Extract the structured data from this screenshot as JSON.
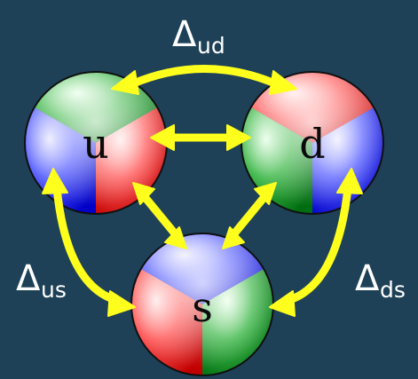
{
  "diagram": {
    "quarks": [
      {
        "id": "u",
        "label": "u"
      },
      {
        "id": "d",
        "label": "d"
      },
      {
        "id": "s",
        "label": "s"
      }
    ],
    "couplings": [
      {
        "id": "ud",
        "symbol": "Δ",
        "subscript": "ud"
      },
      {
        "id": "us",
        "symbol": "Δ",
        "subscript": "us"
      },
      {
        "id": "ds",
        "symbol": "Δ",
        "subscript": "ds"
      }
    ]
  },
  "colors": {
    "background": "#1e4157",
    "red": "#e0141c",
    "green": "#0f8f1f",
    "blue": "#1a22e8",
    "arrow": "#ffff1e"
  }
}
